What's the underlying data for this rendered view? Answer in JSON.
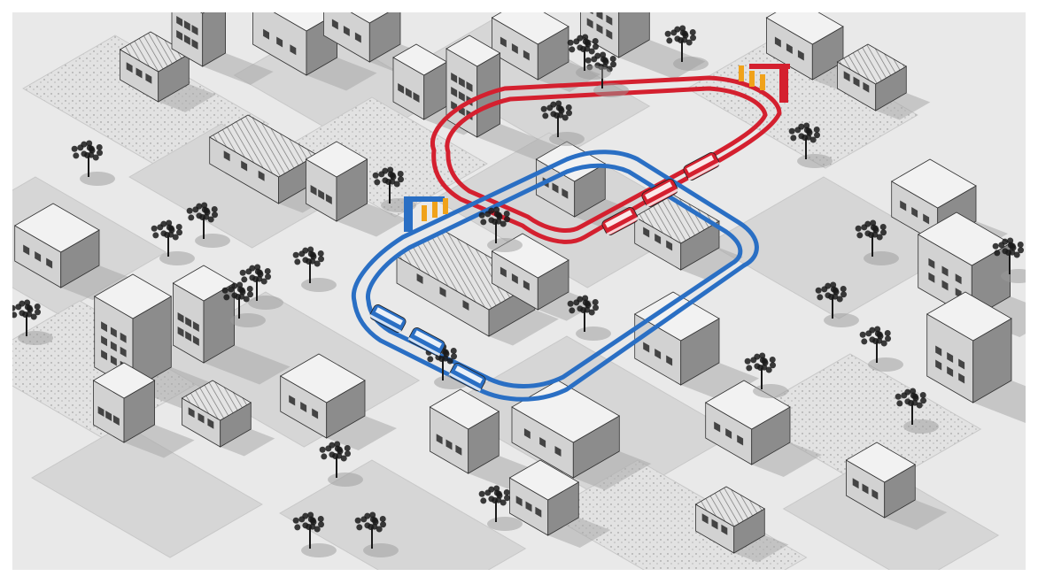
{
  "colors": {
    "ground": "#e8e8e8",
    "block": "#d6d6d6",
    "roof": "#f2f2f2",
    "wall_light": "#d2d2d2",
    "wall_dark": "#8c8c8c",
    "shadow": "#a9a9a9",
    "tree": "#1a1a1a",
    "red_line": "#d4202f",
    "blue_line": "#2a6fc4",
    "stop_accent": "#f0a21a"
  },
  "lines": [
    {
      "id": "red",
      "color_key": "red_line",
      "trains": 3
    },
    {
      "id": "blue",
      "color_key": "blue_line",
      "trains": 3
    }
  ],
  "stops": [
    {
      "line": "red"
    },
    {
      "line": "blue"
    }
  ]
}
